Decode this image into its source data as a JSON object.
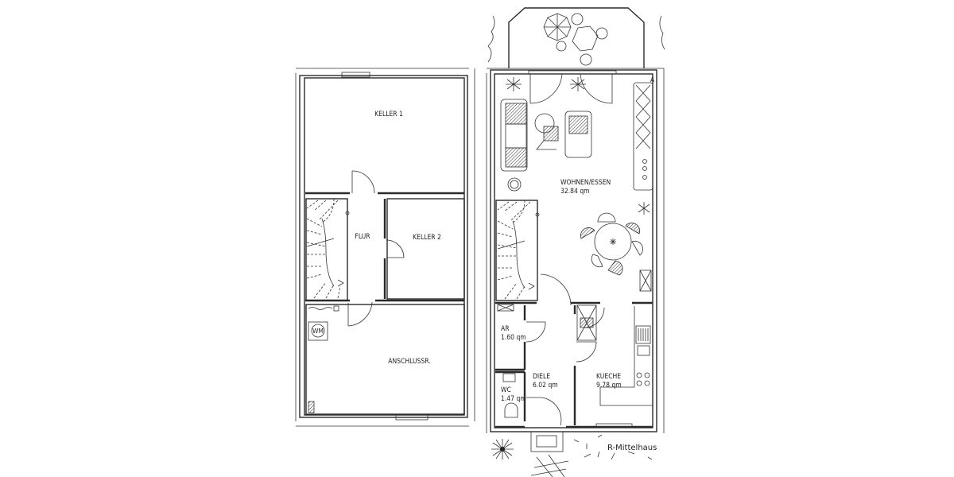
{
  "plan": {
    "basement": {
      "rooms": [
        {
          "id": "keller1",
          "name": "KELLER 1"
        },
        {
          "id": "flur",
          "name": "FLUR"
        },
        {
          "id": "keller2",
          "name": "KELLER 2"
        },
        {
          "id": "anschluss",
          "name": "ANSCHLUSSR."
        }
      ],
      "fixtures": {
        "washing_machine": "WM"
      }
    },
    "ground_floor": {
      "rooms": [
        {
          "id": "wohnen",
          "name": "WOHNEN/ESSEN",
          "area": "32.84 qm"
        },
        {
          "id": "ar",
          "name": "AR",
          "area": "1.60 qm"
        },
        {
          "id": "diele",
          "name": "DIELE",
          "area": "6.02 qm"
        },
        {
          "id": "wc",
          "name": "WC",
          "area": "1.47 qm"
        },
        {
          "id": "kueche",
          "name": "KUECHE",
          "area": "9.78 qm"
        }
      ],
      "shelf_marker": "A"
    },
    "caption": "R-Mittelhaus"
  }
}
